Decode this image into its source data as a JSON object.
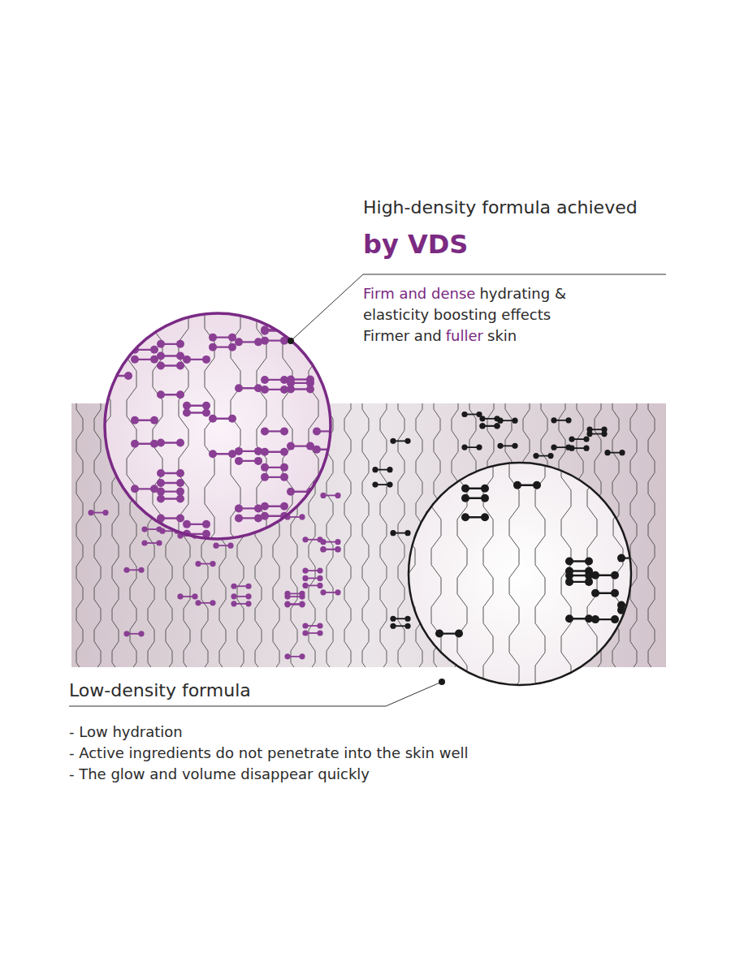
{
  "diagram": {
    "labels": [
      "High-density formula achieved",
      "by VDS",
      "Firm and dense",
      "hydrating &",
      "elasticity boosting effects",
      "Firmer and",
      "fuller",
      "skin",
      "Low-density formula",
      "- Low hydration",
      "- Active ingredients do not penetrate into the skin well",
      "- The glow and volume disappear quickly"
    ]
  }
}
